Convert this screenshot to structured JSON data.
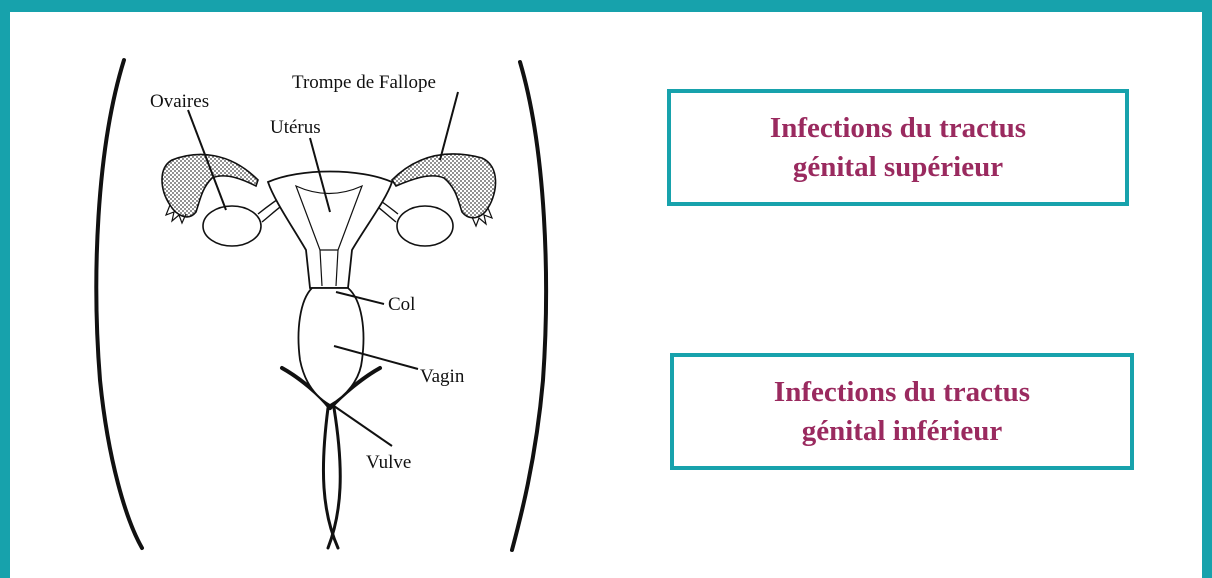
{
  "diagram": {
    "labels": {
      "ovaires": "Ovaires",
      "trompe": "Trompe de Fallope",
      "uterus": "Utérus",
      "col": "Col",
      "vagin": "Vagin",
      "vulve": "Vulve"
    }
  },
  "boxes": {
    "upper": {
      "line1": "Infections du tractus",
      "line2": "génital supérieur"
    },
    "lower": {
      "line1": "Infections du tractus",
      "line2": "génital inférieur"
    }
  },
  "colors": {
    "frame": "#17a2ac",
    "box_text": "#9a2a5f",
    "line": "#111111"
  }
}
